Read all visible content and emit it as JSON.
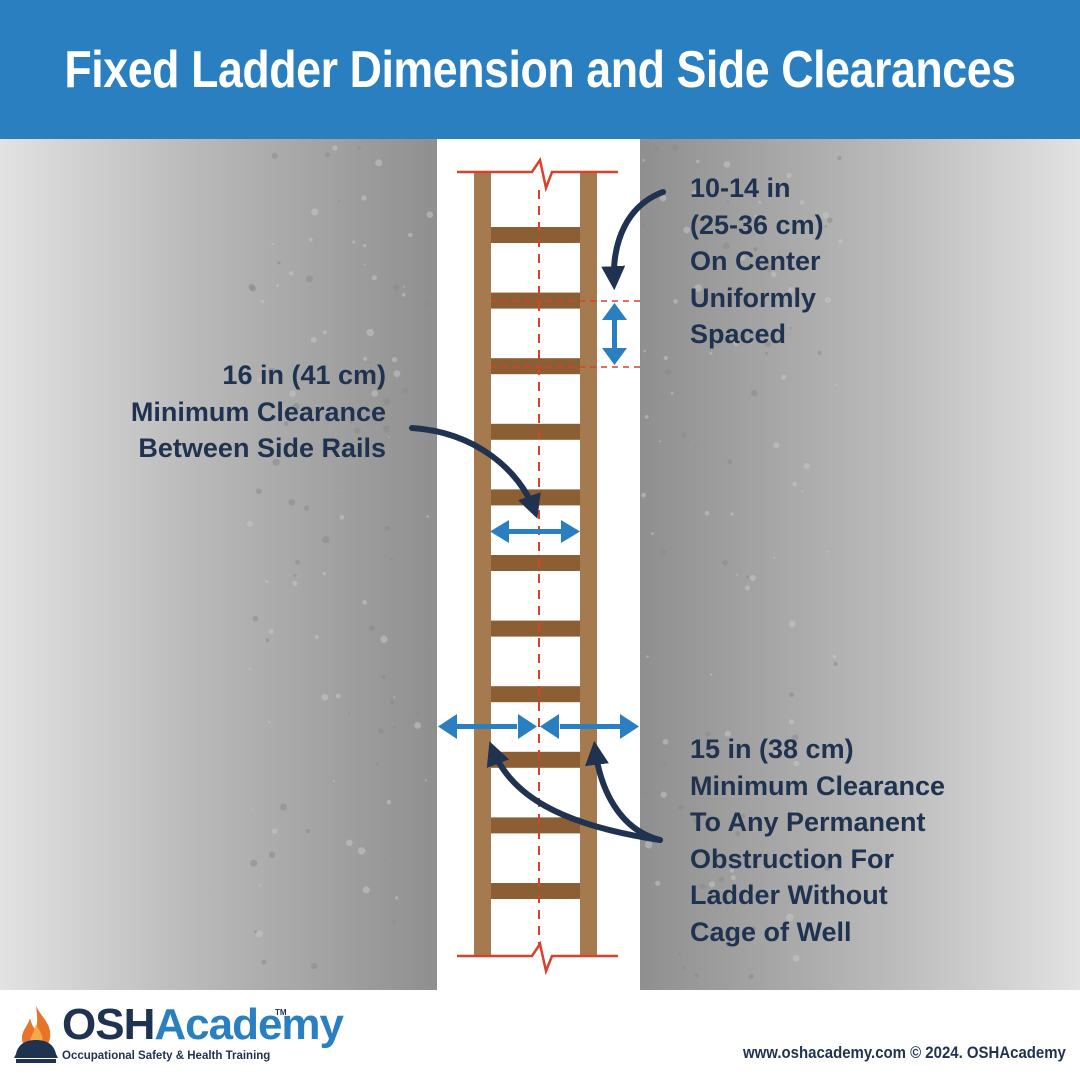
{
  "title": "Fixed Ladder Dimension and Side Clearances",
  "labels": {
    "rung_spacing": [
      "10-14 in",
      "(25-36 cm)",
      "On Center",
      "Uniformly",
      "Spaced"
    ],
    "rail_clearance": [
      "16 in (41 cm)",
      "Minimum Clearance",
      "Between Side Rails"
    ],
    "obstruction_clearance": [
      "15 in (38 cm)",
      "Minimum Clearance",
      "To Any Permanent",
      "Obstruction For",
      "Ladder Without",
      "Cage of Well"
    ]
  },
  "footer": {
    "brand_osh": "OSH",
    "brand_academy": "Academy",
    "brand_tm": "TM",
    "tagline": "Occupational Safety & Health Training",
    "copyright": "www.oshacademy.com © 2024. OSHAcademy"
  },
  "colors": {
    "header": "#2a7fc1",
    "wood": "#a57a4f",
    "rung": "#8c5e33",
    "red_guide": "#d9412b",
    "arrow_blue": "#2a7fc1",
    "text_navy": "#1f3350",
    "concrete": "#9e9e9e"
  },
  "icons": [
    "flame-icon",
    "helmet-icon"
  ]
}
